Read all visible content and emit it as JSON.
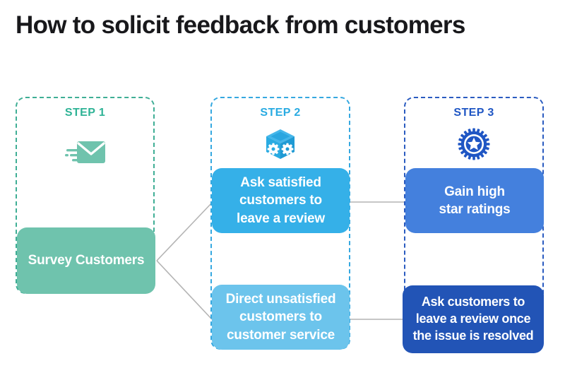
{
  "page": {
    "title": "How to solicit feedback from customers",
    "background": "#ffffff"
  },
  "colors": {
    "title_text": "#18181b",
    "step1_accent": "#2fb396",
    "step2_accent": "#29abe2",
    "step3_accent": "#1f56c4",
    "node_survey": "#6fc3ad",
    "node_ask_satisfied": "#35b0e8",
    "node_direct_unsatisfied": "#6cc4ec",
    "node_gain_high": "#4480dd",
    "node_ask_once": "#2254b6",
    "connector_line": "#b4b4b4"
  },
  "steps": [
    {
      "label": "STEP 1",
      "icon": "envelope-send-icon",
      "accent": "#2fb396",
      "nodes": [
        {
          "text": "Survey Customers",
          "color": "#6fc3ad"
        }
      ]
    },
    {
      "label": "STEP 2",
      "icon": "cube-gears-icon",
      "accent": "#29abe2",
      "nodes": [
        {
          "text": "Ask satisfied customers to leave a review",
          "color": "#35b0e8"
        },
        {
          "text": "Direct unsatisfied customers to customer service",
          "color": "#6cc4ec"
        }
      ]
    },
    {
      "label": "STEP 3",
      "icon": "star-badge-icon",
      "accent": "#1f56c4",
      "nodes": [
        {
          "text": "Gain high star ratings",
          "color": "#4480dd"
        },
        {
          "text": "Ask customers to leave a review once the issue is resolved",
          "color": "#2254b6"
        }
      ]
    }
  ],
  "nodes": {
    "survey": {
      "line1": "Survey Customers"
    },
    "ask_satisfied": {
      "line1": "Ask satisfied",
      "line2": "customers to",
      "line3": "leave a review"
    },
    "direct_unsatisfied": {
      "line1": "Direct unsatisfied",
      "line2": "customers to",
      "line3": "customer service"
    },
    "gain_high": {
      "line1": "Gain high",
      "line2": "star ratings"
    },
    "ask_once": {
      "line1": "Ask customers to",
      "line2": "leave a review once",
      "line3": "the issue is resolved"
    }
  },
  "connectors": [
    {
      "from": "survey",
      "to": "ask_satisfied",
      "style": "diagonal-up"
    },
    {
      "from": "survey",
      "to": "direct_unsatisfied",
      "style": "diagonal-down"
    },
    {
      "from": "ask_satisfied",
      "to": "gain_high",
      "style": "horizontal"
    },
    {
      "from": "direct_unsatisfied",
      "to": "ask_once",
      "style": "horizontal"
    }
  ]
}
